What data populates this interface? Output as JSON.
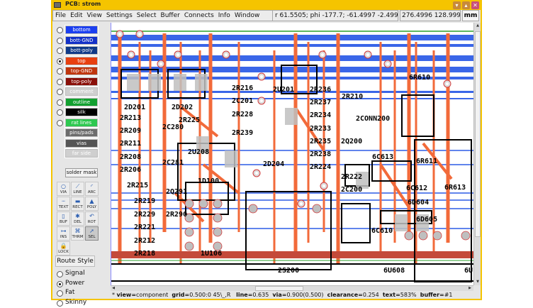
{
  "window": {
    "title": "PCB: strom",
    "controls": [
      "minimize-icon",
      "maximize-icon",
      "close-icon"
    ]
  },
  "menubar": {
    "items": [
      "File",
      "Edit",
      "View",
      "Settings",
      "Select",
      "Buffer",
      "Connects",
      "Info",
      "Window"
    ]
  },
  "readouts": {
    "polar": "r 61.5505; phi -177.7; -61.4997 -2.4999",
    "cursor": "276.4996 128.9997",
    "units": "mm"
  },
  "layers": {
    "items": [
      {
        "label": "bottom",
        "color": "#1c3ff0",
        "selected": false
      },
      {
        "label": "bott-GND",
        "color": "#1431c8",
        "selected": false
      },
      {
        "label": "bott-poly",
        "color": "#103a88",
        "selected": false
      },
      {
        "label": "top",
        "color": "#e84010",
        "selected": true
      },
      {
        "label": "top-GND",
        "color": "#c0360e",
        "selected": false
      },
      {
        "label": "top-poly",
        "color": "#8a100a",
        "selected": false
      },
      {
        "label": "comment",
        "color": "#cfcfcf",
        "selected": false
      },
      {
        "label": "outline",
        "color": "#12a030",
        "selected": false
      },
      {
        "label": "silk",
        "color": "#000000",
        "selected": false
      },
      {
        "label": "rat lines",
        "color": "#2ec850",
        "selected": false
      },
      {
        "label": "pins/pads",
        "color": "#6c6c6c",
        "selected": null
      },
      {
        "label": "vias",
        "color": "#555555",
        "selected": null
      },
      {
        "label": "far side",
        "color": "#cfcfcf",
        "selected": null
      }
    ],
    "solder_mask_label": "solder mask"
  },
  "tools": [
    {
      "label": "VIA",
      "icon": "via-icon",
      "glyph": "○",
      "active": false
    },
    {
      "label": "LINE",
      "icon": "line-icon",
      "glyph": "⟋",
      "active": false
    },
    {
      "label": "ARC",
      "icon": "arc-icon",
      "glyph": "◜",
      "active": false
    },
    {
      "label": "TEXT",
      "icon": "text-icon",
      "glyph": "┄",
      "active": false
    },
    {
      "label": "RECT",
      "icon": "rect-icon",
      "glyph": "▬",
      "active": false
    },
    {
      "label": "POLY",
      "icon": "poly-icon",
      "glyph": "▲",
      "active": false
    },
    {
      "label": "BUF",
      "icon": "buffer-icon",
      "glyph": "▯",
      "active": false
    },
    {
      "label": "DEL",
      "icon": "delete-icon",
      "glyph": "✱",
      "active": false
    },
    {
      "label": "ROT",
      "icon": "rotate-icon",
      "glyph": "↶",
      "active": false
    },
    {
      "label": "INS",
      "icon": "insert-icon",
      "glyph": "⊶",
      "active": false
    },
    {
      "label": "THRM",
      "icon": "thermal-icon",
      "glyph": "⌘",
      "active": false
    },
    {
      "label": "SEL",
      "icon": "select-icon",
      "glyph": "➚",
      "active": true
    },
    {
      "label": "LOCK",
      "icon": "lock-icon",
      "glyph": "🔒",
      "active": false
    }
  ],
  "route_style": {
    "button_label": "Route Style",
    "options": [
      {
        "label": "Signal",
        "selected": false
      },
      {
        "label": "Power",
        "selected": true
      },
      {
        "label": "Fat",
        "selected": false
      },
      {
        "label": "Skinny",
        "selected": false
      }
    ]
  },
  "board": {
    "colors": {
      "bottom_trace": "#3a66e8",
      "top_trace": "#f26a3a",
      "silk": "#000000",
      "pad": "#bfbfbf",
      "clearance": "#d23a3a",
      "outline": "#2ca02c"
    },
    "labels": [
      "2D201",
      "2D202",
      "2R216",
      "2C201",
      "2R228",
      "2R239",
      "2U201",
      "2R236",
      "2R237",
      "2R234",
      "2R233",
      "2R235",
      "2R238",
      "2R224",
      "2R210",
      "2CONN200",
      "6R610",
      "2R213",
      "2R209",
      "2R211",
      "2R208",
      "2R206",
      "2C280",
      "2U208",
      "2C281",
      "2R225",
      "2D204",
      "2Q200",
      "2R222",
      "2C200",
      "6C613",
      "6R611",
      "6R613",
      "6C612",
      "6D604",
      "6D605",
      "6C610",
      "1D100",
      "2R215",
      "2Q291",
      "2R219",
      "2R229",
      "2R290",
      "2R221",
      "2R212",
      "2R218",
      "1U106",
      "2S200",
      "6U608",
      "6U"
    ]
  },
  "statusbar": {
    "view_key": "view=",
    "view_val": "component",
    "grid_key": "grid=",
    "grid_val": "0.500:0  45\\_,R",
    "line_key": "line=",
    "line_val": "0.635",
    "via_key": "via=",
    "via_val": "0.900(0.500)",
    "clearance_key": "clearance=",
    "clearance_val": "0.254",
    "text_key": "text=",
    "text_val": "583%",
    "buffer_key": "buffer=",
    "buffer_val": "#1"
  }
}
